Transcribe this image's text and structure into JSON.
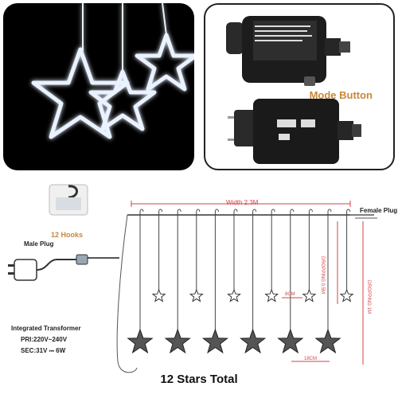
{
  "callouts": {
    "mode_button": "Mode Button",
    "hooks": "12 Hooks",
    "width": "Width 2.3M",
    "female_plug": "Female Plug",
    "male_plug": "Male Plug",
    "transformer": "Integrated Transformer",
    "pri": "PRI:220V~240V",
    "sec": "SEC:31V ⎓ 6W",
    "gap_small": "8CM",
    "gap_big": "18CM",
    "drop_short": "DROPPING 0.5M",
    "drop_long": "DROPPING 1M",
    "title": "12 Stars Total"
  },
  "colors": {
    "accent": "#c8873a",
    "dimension_red": "#d2454a",
    "wire": "#333333"
  },
  "icons": [
    "star-icon",
    "hook-icon",
    "plug-icon",
    "adapter-icon"
  ]
}
